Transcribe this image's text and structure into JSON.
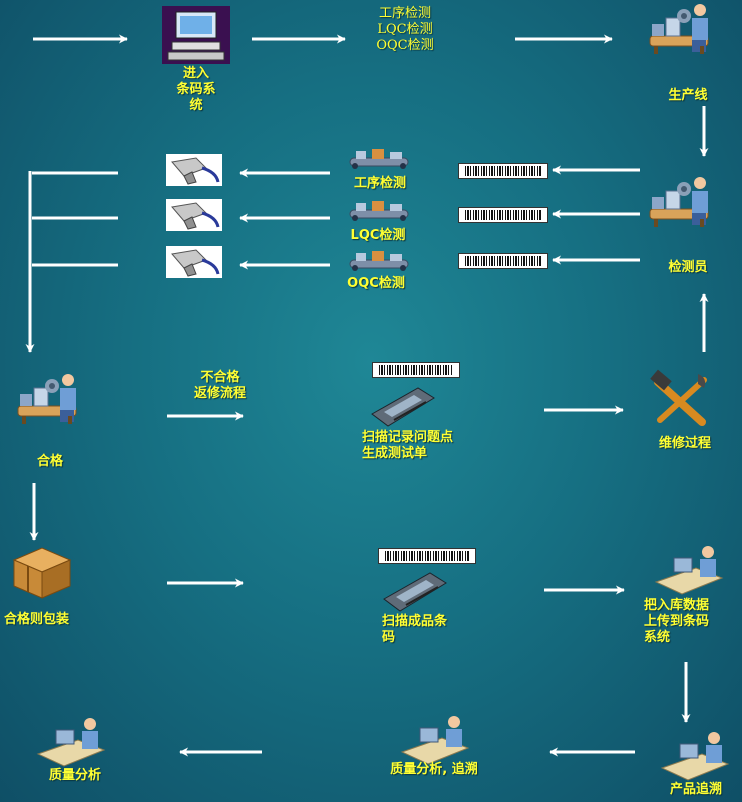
{
  "labels": {
    "enter_system": "进入\n条码系\n统",
    "process_inspection_top": "工序检测\nLQC检测\nOQC检测",
    "production_line": "生产线",
    "process_inspection": "工序检测",
    "lqc_inspection": "LQC检测",
    "oqc_inspection": "OQC检测",
    "inspector": "检测员",
    "qualified": "合格",
    "unqualified_rework": "不合格\n返修流程",
    "scan_record_issue": "扫描记录问题点\n生成测试单",
    "repair_process": "维修过程",
    "pack_if_qualified": "合格则包装",
    "scan_product_barcode": "扫描成品条\n码",
    "upload_inbound_data": "把入库数据\n上传到条码\n系统",
    "quality_analysis": "质量分析",
    "quality_analysis_trace": "质量分析, 追溯",
    "product_trace": "产品追溯"
  },
  "icons": {
    "computer": "computer-icon",
    "worker_station": "worker-station-icon",
    "scanner_gun": "barcode-scanner-icon",
    "conveyor": "conveyor-icon",
    "barcode": "barcode-icon",
    "handheld": "handheld-terminal-icon",
    "tools": "repair-tools-icon",
    "box": "package-box-icon",
    "desk_worker": "desk-worker-icon"
  },
  "colors": {
    "label": "#ffff33",
    "arrow": "#ffffff",
    "background": "#166f82"
  }
}
